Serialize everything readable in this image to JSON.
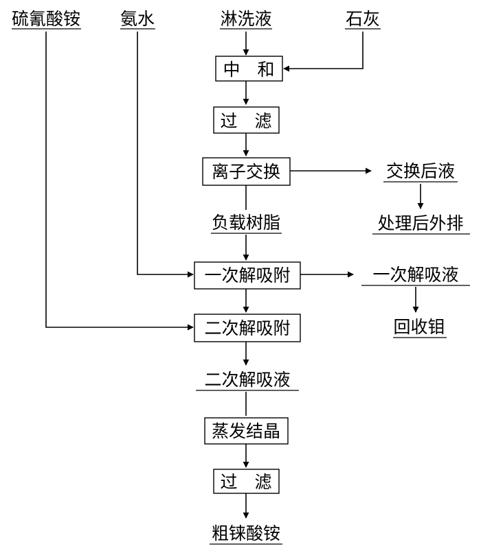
{
  "inputs": {
    "ammonium_thiocyanate": "硫氰酸铵",
    "ammonia_water": "氨水",
    "leachate": "淋洗液",
    "lime": "石灰"
  },
  "steps": {
    "neutralization": "中　和",
    "filtration_1": "过　滤",
    "ion_exchange": "离子交换",
    "loaded_resin": "负载树脂",
    "first_desorption": "一次解吸附",
    "second_desorption": "二次解吸附",
    "second_desorption_liquid": "二次解吸液",
    "evaporation_crystallization": "蒸发结晶",
    "filtration_2": "过　滤",
    "crude_ammonium_perrhenate": "粗铼酸铵"
  },
  "side_outputs": {
    "post_exchange_liquid": "交换后液",
    "discharge_after_treatment": "处理后外排",
    "first_desorption_liquid": "一次解吸液",
    "recover_molybdenum": "回收钼"
  }
}
